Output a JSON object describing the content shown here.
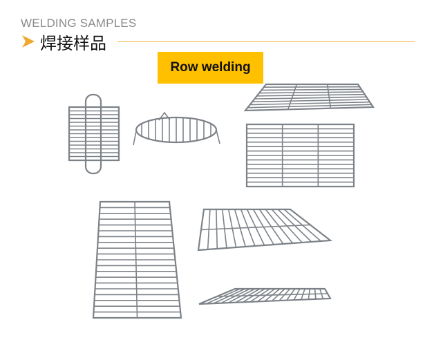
{
  "header": {
    "title_en": "WELDING SAMPLES",
    "title_cn": "焊接样品",
    "arrow_icon": "chevron-right-icon",
    "accent_color": "#f4b440"
  },
  "badge": {
    "label": "Row welding",
    "color": "#ffc000"
  },
  "samples": [
    {
      "name": "grill-with-handles"
    },
    {
      "name": "round-grill"
    },
    {
      "name": "perspective-grate-top"
    },
    {
      "name": "cooling-rack"
    },
    {
      "name": "tall-grate"
    },
    {
      "name": "perspective-grate-mid"
    },
    {
      "name": "flat-grate-bottom"
    }
  ]
}
